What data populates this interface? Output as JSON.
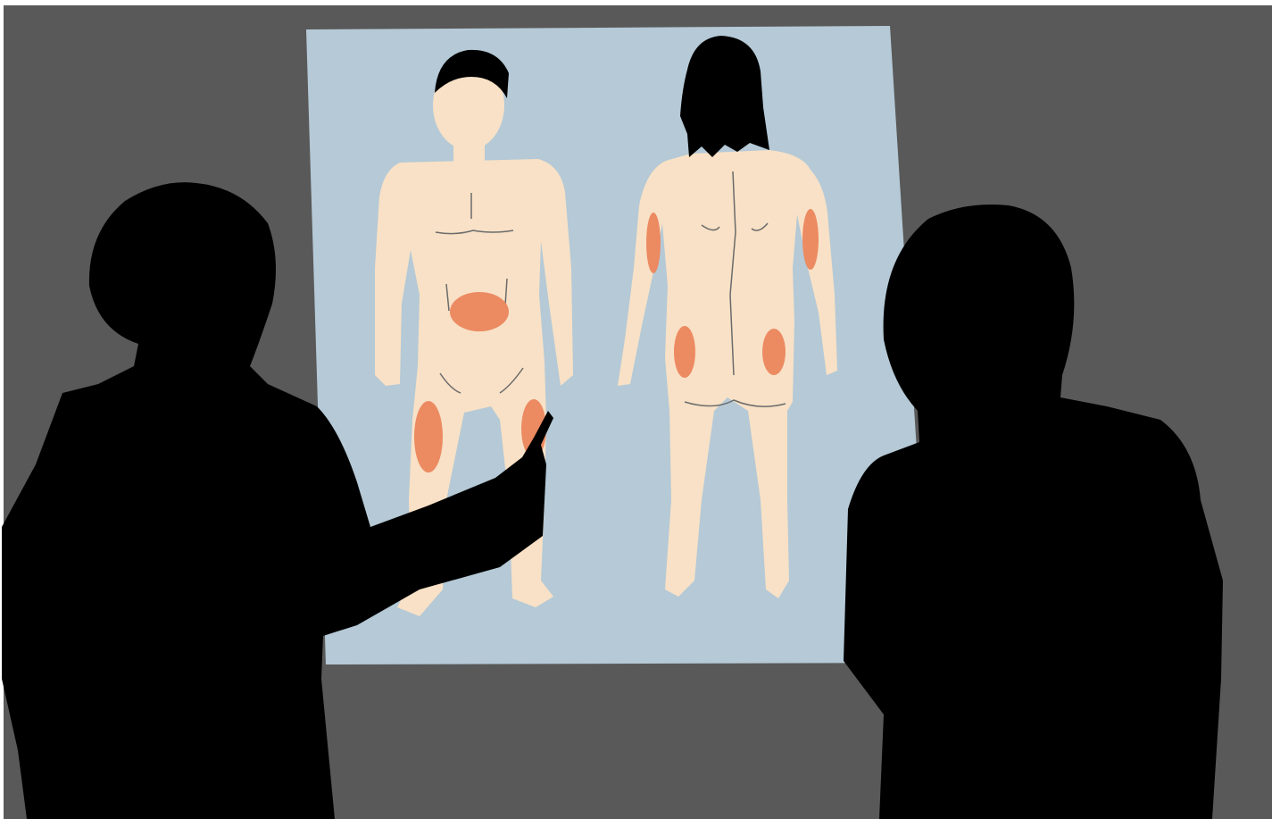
{
  "scene": {
    "description_free": true
  },
  "colors": {
    "background_wall": "#595959",
    "poster": "#b5c9d6",
    "skin": "#f8e1c6",
    "injection_site": "#ec8a62",
    "silhouette": "#000000",
    "hair": "#000000",
    "body_line": "#6b6b6b"
  },
  "figures": [
    {
      "name": "front-body",
      "view": "front",
      "injection_sites": [
        "abdomen",
        "left-thigh",
        "right-thigh"
      ]
    },
    {
      "name": "back-body",
      "view": "back",
      "injection_sites": [
        "left-upper-arm",
        "right-upper-arm",
        "left-buttock",
        "right-buttock"
      ]
    }
  ],
  "silhouettes": [
    {
      "name": "presenter",
      "gesture": "pointing"
    },
    {
      "name": "viewer",
      "gesture": "standing"
    }
  ]
}
